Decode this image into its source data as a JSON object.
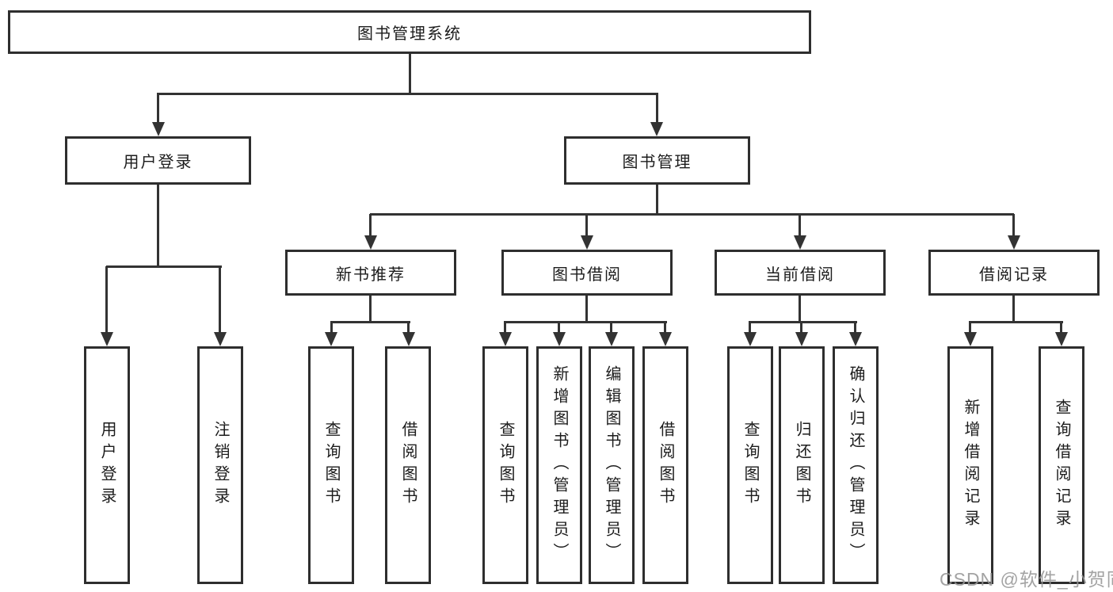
{
  "diagram": {
    "title": "图书管理系统",
    "root": {
      "label": "图书管理系统"
    },
    "level2": [
      {
        "label": "用户登录"
      },
      {
        "label": "图书管理"
      }
    ],
    "level3": [
      {
        "label": "新书推荐"
      },
      {
        "label": "图书借阅"
      },
      {
        "label": "当前借阅"
      },
      {
        "label": "借阅记录"
      }
    ],
    "leaves": {
      "user_login": [
        "用户登录",
        "注销登录"
      ],
      "new_book": [
        "查询图书",
        "借阅图书"
      ],
      "borrow": [
        "查询图书",
        "新增图书（管理员）",
        "编辑图书（管理员）",
        "借阅图书"
      ],
      "current": [
        "查询图书",
        "归还图书",
        "确认归还（管理员）"
      ],
      "records": [
        "新增借阅记录",
        "查询借阅记录"
      ]
    }
  },
  "watermark": "CSDN @软件_小贺同学",
  "colors": {
    "line": "#333333",
    "border": "#2e2e2e",
    "text": "#1c1c1c",
    "watermark": "#969696",
    "background": "#ffffff"
  }
}
